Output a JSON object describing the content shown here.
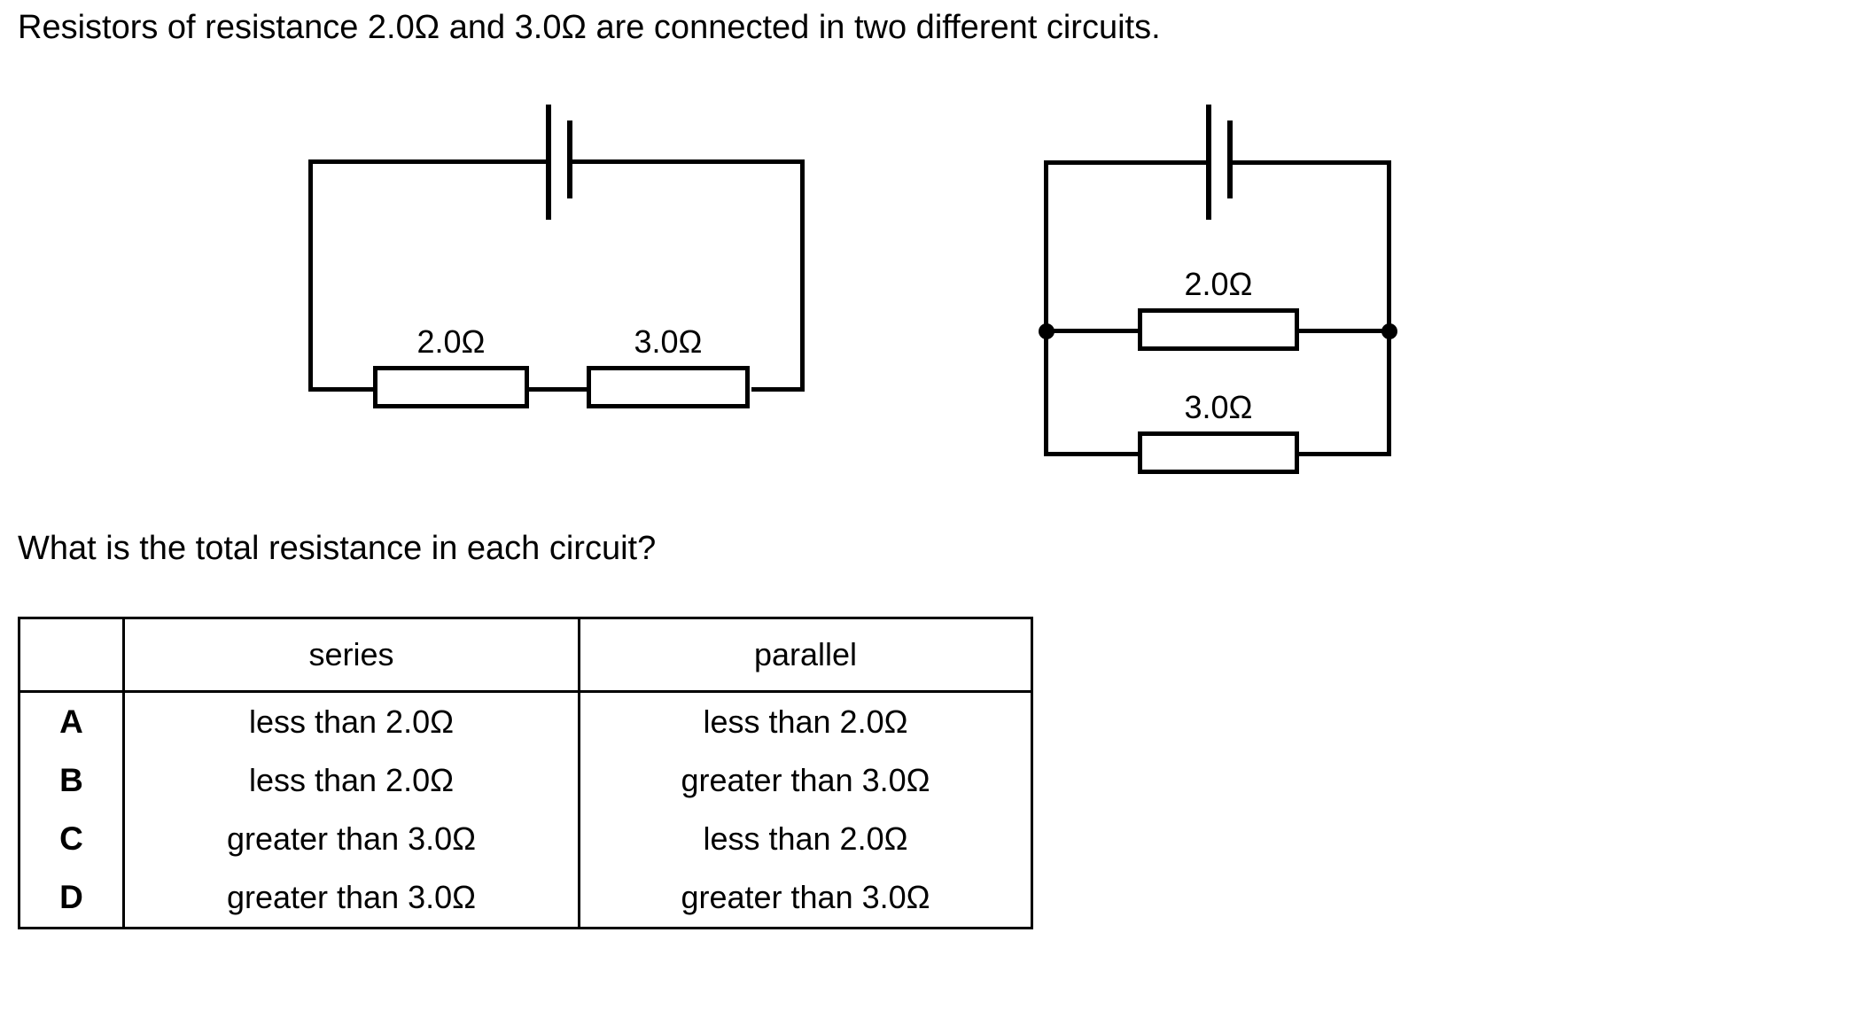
{
  "stem": {
    "text": "Resistors of resistance 2.0Ω and 3.0Ω are connected in two different circuits."
  },
  "prompt": {
    "text": "What is the total resistance in each circuit?"
  },
  "circuits": {
    "series": {
      "name": "series-circuit",
      "battery_label": "battery-cell",
      "resistors": [
        {
          "label": "2.0Ω"
        },
        {
          "label": "3.0Ω"
        }
      ]
    },
    "parallel": {
      "name": "parallel-circuit",
      "battery_label": "battery-cell",
      "resistors": [
        {
          "label": "2.0Ω"
        },
        {
          "label": "3.0Ω"
        }
      ]
    }
  },
  "answer_table": {
    "headers": [
      "",
      "series",
      "parallel"
    ],
    "rows": [
      {
        "letter": "A",
        "series": "less than 2.0Ω",
        "parallel": "less than 2.0Ω"
      },
      {
        "letter": "B",
        "series": "less than 2.0Ω",
        "parallel": "greater than 3.0Ω"
      },
      {
        "letter": "C",
        "series": "greater than 3.0Ω",
        "parallel": "less than 2.0Ω"
      },
      {
        "letter": "D",
        "series": "greater than 3.0Ω",
        "parallel": "greater than 3.0Ω"
      }
    ]
  },
  "colors": {
    "ink": "#000000",
    "paper": "#ffffff"
  }
}
